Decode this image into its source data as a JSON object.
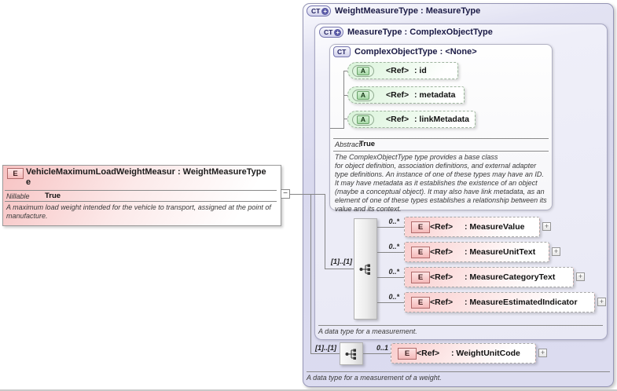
{
  "element_box": {
    "badge": "E",
    "title_line1": "VehicleMaximumLoadWeightMeasur : WeightMeasureType",
    "title_line2": "e",
    "property_name": "Nillable",
    "property_value": "True",
    "description": "A maximum load weight intended for the vehicle to transport, assigned at the point of manufacture.",
    "collapse_toggle": "−"
  },
  "outer": {
    "badge": "CT",
    "badge_plus": "+",
    "title": "WeightMeasureType : MeasureType",
    "footer": "A data type for a measurement of a weight.",
    "sequence": {
      "occurs": "[1]..[1]",
      "elements": [
        {
          "cardinality": "0..1",
          "badge": "E",
          "ref": "<Ref>",
          "name": ": WeightUnitCode",
          "expand": "+"
        }
      ]
    },
    "inner": {
      "badge": "CT",
      "badge_plus": "+",
      "title": "MeasureType : ComplexObjectType",
      "footer": "A data type for a measurement.",
      "complex_object": {
        "badge": "CT",
        "title": "ComplexObjectType : <None>",
        "attributes": [
          {
            "badge": "A",
            "ref": "<Ref>",
            "name": ": id"
          },
          {
            "badge": "A",
            "ref": "<Ref>",
            "name": ": metadata"
          },
          {
            "badge": "A",
            "ref": "<Ref>",
            "name": ": linkMetadata"
          }
        ],
        "property_name": "Abstract",
        "property_value": "True",
        "description": "The ComplexObjectType type provides a base class\nfor object definition, association definitions, and external adapter type definitions. An instance of one of these types may have an ID. It may have metadata as it establishes the existence of an object (maybe a conceptual object). It may also have link metadata, as an element of one of these types establishes a relationship between its value and its context."
      },
      "sequence": {
        "occurs": "[1]..[1]",
        "elements": [
          {
            "cardinality": "0..*",
            "badge": "E",
            "ref": "<Ref>",
            "name": ": MeasureValue",
            "expand": "+"
          },
          {
            "cardinality": "0..*",
            "badge": "E",
            "ref": "<Ref>",
            "name": ": MeasureUnitText",
            "expand": "+"
          },
          {
            "cardinality": "0..*",
            "badge": "E",
            "ref": "<Ref>",
            "name": ": MeasureCategoryText",
            "expand": "+"
          },
          {
            "cardinality": "0..*",
            "badge": "E",
            "ref": "<Ref>",
            "name": ": MeasureEstimatedIndicator",
            "expand": "+"
          }
        ]
      }
    }
  }
}
